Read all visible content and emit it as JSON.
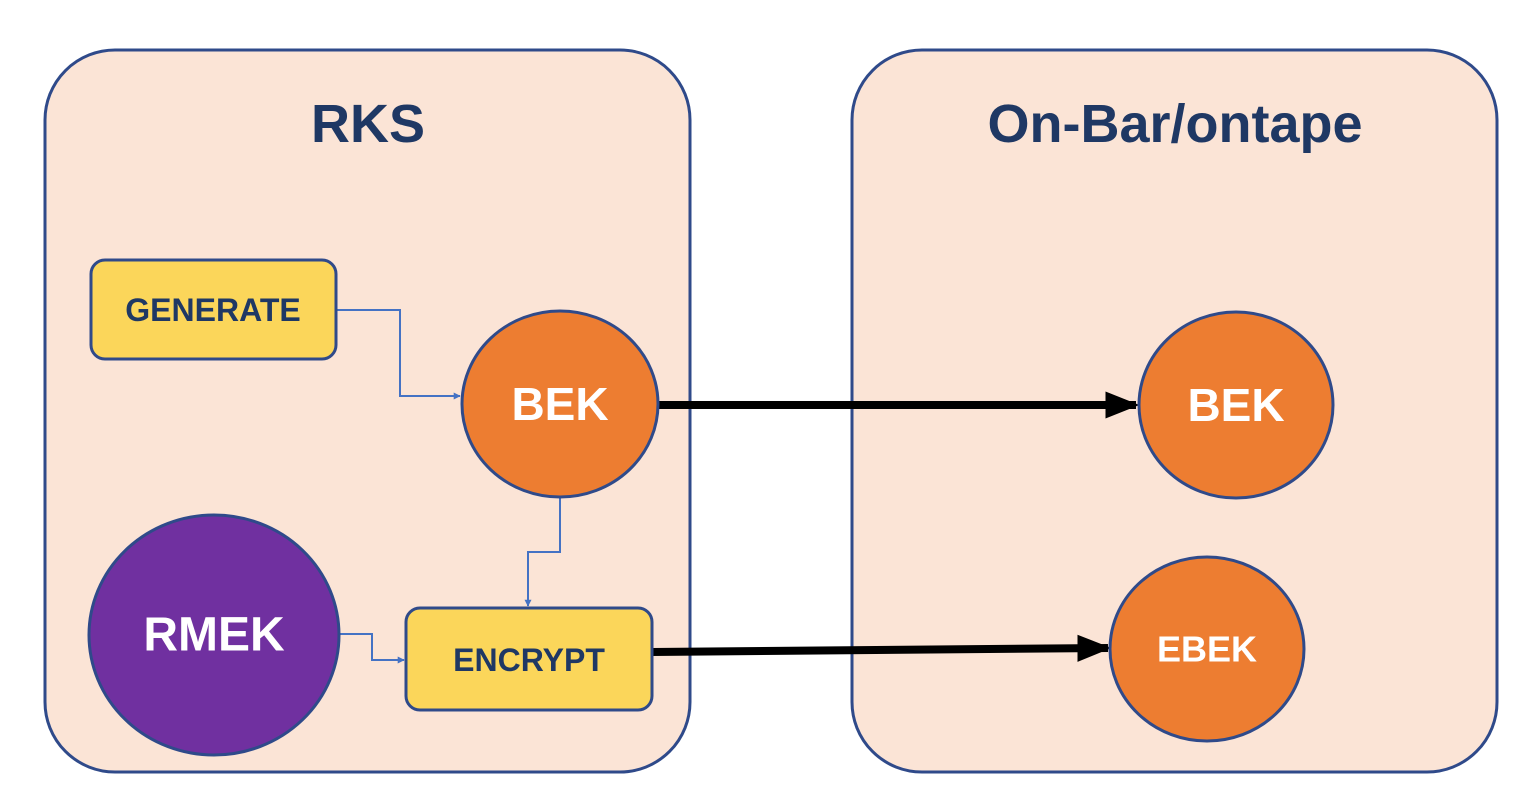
{
  "panels": {
    "rks": {
      "title": "RKS"
    },
    "onbar": {
      "title": "On-Bar/ontape"
    }
  },
  "nodes": {
    "generate": "GENERATE",
    "bek_rks": "BEK",
    "rmek": "RMEK",
    "encrypt": "ENCRYPT",
    "bek_onbar": "BEK",
    "ebek": "EBEK"
  },
  "colors": {
    "panel_fill": "#fbe4d6",
    "panel_border": "#2f4a8a",
    "title_text": "#1f3864",
    "process_box": "#fbd65a",
    "key_node": "#ed7d31",
    "master_key_node": "#7030a0",
    "thin_arrow": "#4472c4",
    "thick_arrow": "#000000"
  }
}
